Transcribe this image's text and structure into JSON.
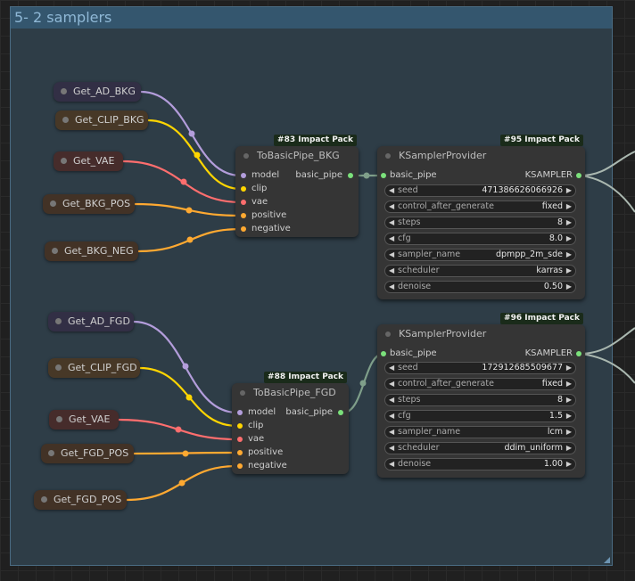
{
  "group": {
    "title": "5- 2 samplers",
    "color": "#34566e"
  },
  "get_nodes": [
    {
      "id": "get-ad-bkg",
      "label": "Get_AD_BKG"
    },
    {
      "id": "get-clip-bkg",
      "label": "Get_CLIP_BKG"
    },
    {
      "id": "get-vae-top",
      "label": "Get_VAE"
    },
    {
      "id": "get-bkg-pos",
      "label": "Get_BKG_POS"
    },
    {
      "id": "get-bkg-neg",
      "label": "Get_BKG_NEG"
    },
    {
      "id": "get-ad-fgd",
      "label": "Get_AD_FGD"
    },
    {
      "id": "get-clip-fgd",
      "label": "Get_CLIP_FGD"
    },
    {
      "id": "get-vae-bottom",
      "label": "Get_VAE"
    },
    {
      "id": "get-fgd-pos-1",
      "label": "Get_FGD_POS"
    },
    {
      "id": "get-fgd-pos-2",
      "label": "Get_FGD_POS"
    }
  ],
  "pipe_bkg": {
    "badge": "#83 Impact Pack",
    "title": "ToBasicPipe_BKG",
    "inputs": [
      "model",
      "clip",
      "vae",
      "positive",
      "negative"
    ],
    "output": "basic_pipe"
  },
  "pipe_fgd": {
    "badge": "#88 Impact Pack",
    "title": "ToBasicPipe_FGD",
    "inputs": [
      "model",
      "clip",
      "vae",
      "positive",
      "negative"
    ],
    "output": "basic_pipe"
  },
  "ks_top": {
    "badge": "#95 Impact Pack",
    "title": "KSamplerProvider",
    "input": "basic_pipe",
    "output": "KSAMPLER",
    "widgets": [
      {
        "name": "seed",
        "value": "471386626066926"
      },
      {
        "name": "control_after_generate",
        "value": "fixed"
      },
      {
        "name": "steps",
        "value": "8"
      },
      {
        "name": "cfg",
        "value": "8.0"
      },
      {
        "name": "sampler_name",
        "value": "dpmpp_2m_sde"
      },
      {
        "name": "scheduler",
        "value": "karras"
      },
      {
        "name": "denoise",
        "value": "0.50"
      }
    ]
  },
  "ks_bottom": {
    "badge": "#96 Impact Pack",
    "title": "KSamplerProvider",
    "input": "basic_pipe",
    "output": "KSAMPLER",
    "widgets": [
      {
        "name": "seed",
        "value": "172912685509677"
      },
      {
        "name": "control_after_generate",
        "value": "fixed"
      },
      {
        "name": "steps",
        "value": "8"
      },
      {
        "name": "cfg",
        "value": "1.5"
      },
      {
        "name": "sampler_name",
        "value": "lcm"
      },
      {
        "name": "scheduler",
        "value": "ddim_uniform"
      },
      {
        "name": "denoise",
        "value": "1.00"
      }
    ]
  },
  "colors": {
    "model": "#b39ddb",
    "clip": "#ffd500",
    "vae": "#ff6e6e",
    "conditioning": "#ffa931",
    "pipe": "#7f9f8a",
    "sampler": "#aab8b0"
  },
  "icons": {
    "arrow_left": "◀",
    "arrow_right": "▶"
  }
}
